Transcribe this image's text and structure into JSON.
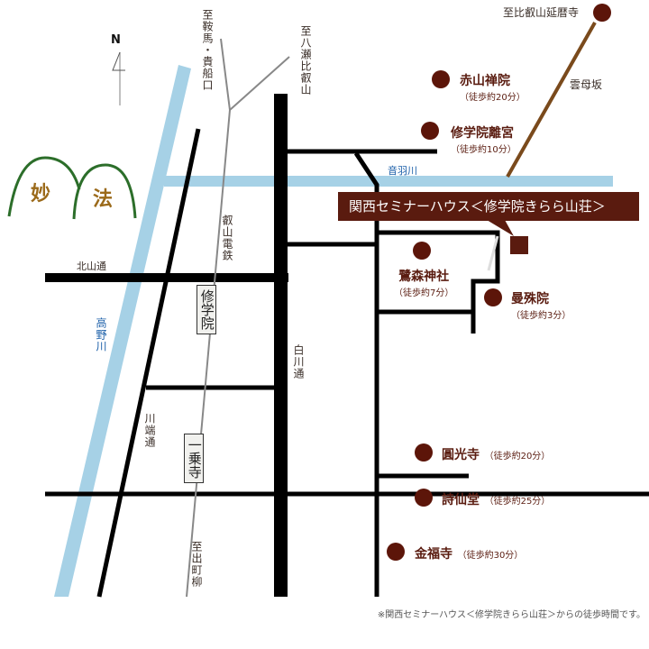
{
  "compass": {
    "label": "N",
    "icon": "north-arrow-icon"
  },
  "roads": {
    "kitayama": "北山通",
    "shirakawa": "白川通",
    "kawabata": "川端通",
    "eizan_railway": "叡山電鉄",
    "kirara_slope": "雲母坂"
  },
  "rivers": {
    "takano": "高野川",
    "otowa": "音羽川"
  },
  "directions": {
    "kurama_kibuneguchi": "至鞍馬・貴船口",
    "yase_hieizan": "至八瀬比叡山",
    "demachiyanagi": "至出町柳",
    "hieizan_enryakuji": "至比叡山延暦寺"
  },
  "stations": {
    "shugakuin": "修学院",
    "ichijoji": "一乗寺"
  },
  "mountain": {
    "chars": [
      "妙",
      "法"
    ]
  },
  "destination": {
    "label": "関西セミナーハウス＜修学院きらら山荘＞",
    "color": "#5a1b0f"
  },
  "points_of_interest": [
    {
      "name": "赤山禅院",
      "time": "（徒歩約20分）"
    },
    {
      "name": "修学院離宮",
      "time": "（徒歩約10分）"
    },
    {
      "name": "鷺森神社",
      "time": "（徒歩約7分）"
    },
    {
      "name": "曼殊院",
      "time": "（徒歩約3分）"
    },
    {
      "name": "圓光寺",
      "time": "（徒歩約20分）"
    },
    {
      "name": "詩仙堂",
      "time": "（徒歩約25分）"
    },
    {
      "name": "金福寺",
      "time": "（徒歩約30分）"
    }
  ],
  "footnote": "※関西セミナーハウス＜修学院きらら山荘＞からの徒歩時間です。",
  "colors": {
    "road": "#000000",
    "river": "#a6d1e6",
    "rail": "#888888",
    "poi": "#5c1509",
    "mountain": "#2c6e2a",
    "slope": "#7a4a1c"
  }
}
